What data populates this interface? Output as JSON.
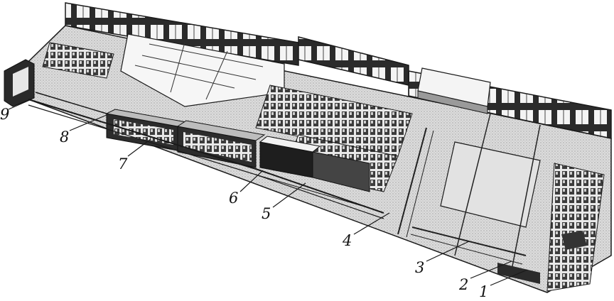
{
  "figure": {
    "callouts": [
      {
        "label": "1"
      },
      {
        "label": "2"
      },
      {
        "label": "3"
      },
      {
        "label": "4"
      },
      {
        "label": "5"
      },
      {
        "label": "6"
      },
      {
        "label": "7"
      },
      {
        "label": "8"
      },
      {
        "label": "9"
      }
    ],
    "colors": {
      "ink": "#1a1a1a",
      "floor": "#d4d4d4",
      "dark": "#3a3a3a",
      "light": "#f2f2f2"
    }
  }
}
